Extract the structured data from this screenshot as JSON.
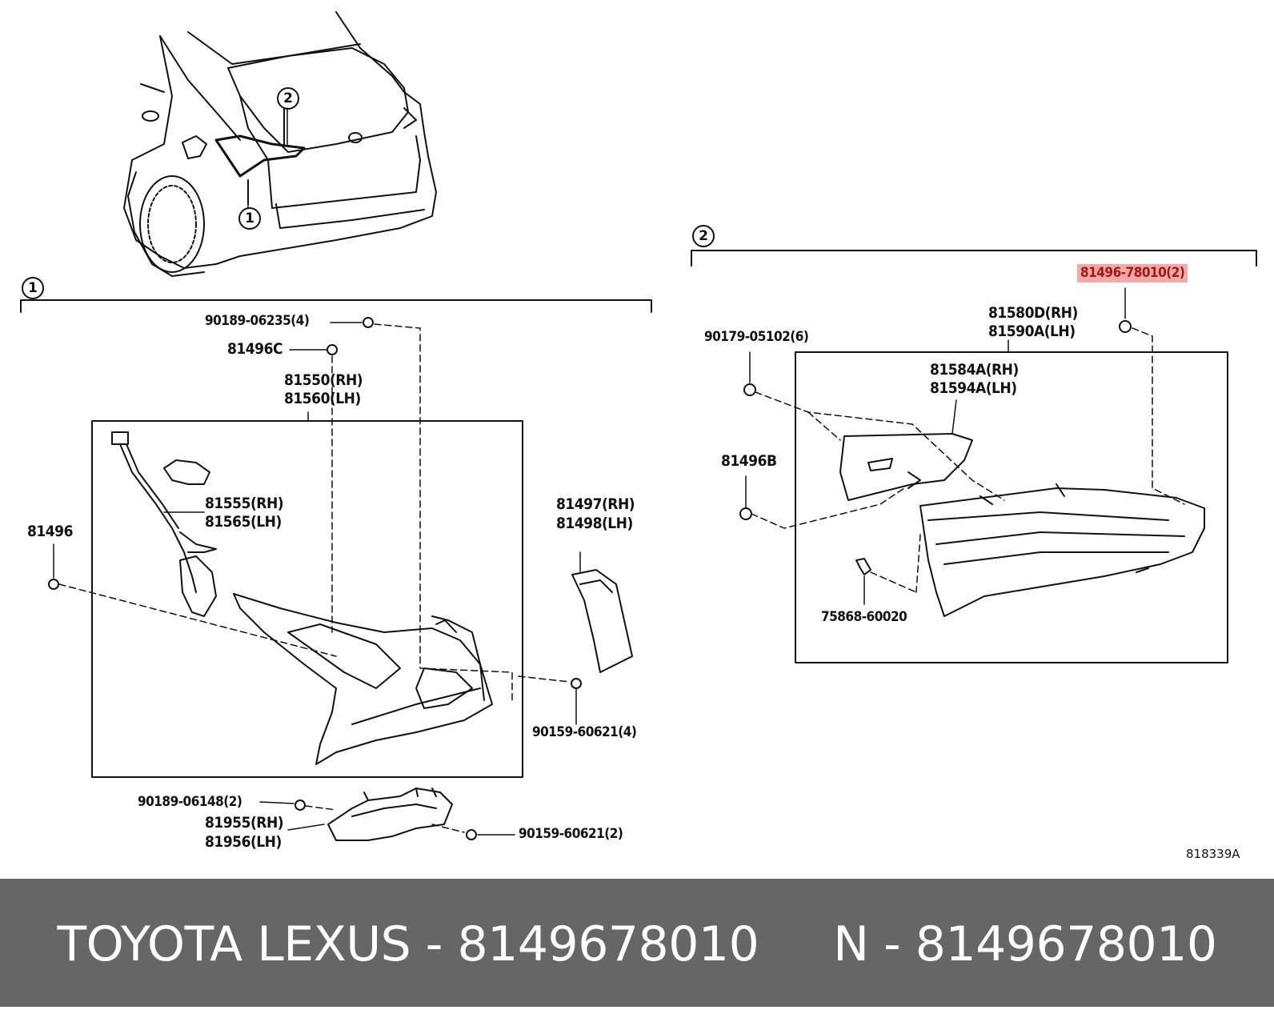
{
  "callouts": {
    "c1_top": "1",
    "c2_top": "2",
    "c1_section": "1",
    "c2_section": "2"
  },
  "left": {
    "p90189_06235": "90189-06235(4)",
    "p81496C": "81496C",
    "p81550": "81550(RH)",
    "p81560": "81560(LH)",
    "p81555": "81555(RH)",
    "p81565": "81565(LH)",
    "p81496": "81496",
    "p81497": "81497(RH)",
    "p81498": "81498(LH)",
    "p90159_60621_4": "90159-60621(4)",
    "p90189_06148": "90189-06148(2)",
    "p81955": "81955(RH)",
    "p81956": "81956(LH)",
    "p90159_60621_2": "90159-60621(2)"
  },
  "right": {
    "p81496_78010": "81496-78010(2)",
    "p81580D": "81580D(RH)",
    "p81590A": "81590A(LH)",
    "p90179_05102": "90179-05102(6)",
    "p81584A": "81584A(RH)",
    "p81594A": "81594A(LH)",
    "p81496B": "81496B",
    "p75868_60020": "75868-60020"
  },
  "ref_code": "818339A",
  "footer": {
    "text": "TOYOTA LEXUS - 8149678010     N - 8149678010"
  },
  "colors": {
    "highlight": "#f4a8a8",
    "footer_bg": "#666666",
    "footer_text": "#ffffff"
  }
}
